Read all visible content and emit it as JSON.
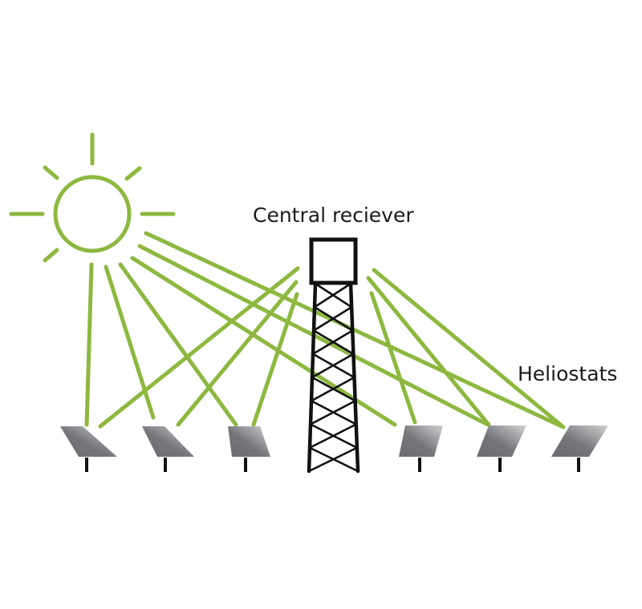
{
  "labels": {
    "receiver": "Central reciever",
    "heliostats": "Heliostats"
  },
  "colors": {
    "light_ray": "#8db840",
    "tower": "#111111",
    "mirror_dark": "#6d6e72",
    "mirror_light": "#c8c8ca"
  },
  "components": {
    "sun": "sun-icon",
    "tower": "receiver-tower",
    "heliostat_count": 6
  }
}
